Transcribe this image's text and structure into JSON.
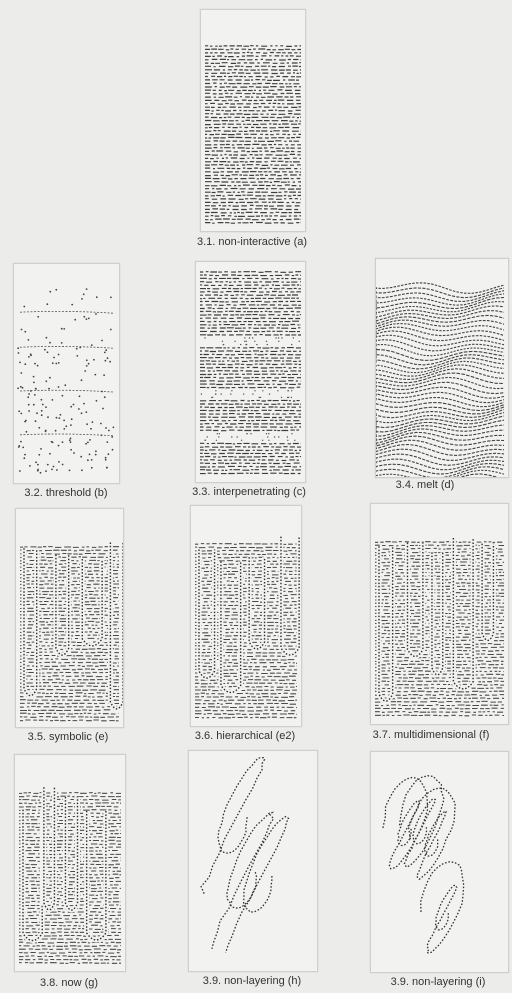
{
  "figures": [
    {
      "id": "3.1",
      "caption": "3.1. non-interactive (a)",
      "pattern": "dense-rows"
    },
    {
      "id": "3.2",
      "caption": "3.2. threshold (b)",
      "pattern": "scattered-dots"
    },
    {
      "id": "3.3",
      "caption": "3.3. interpenetrating (c)",
      "pattern": "banded-rows"
    },
    {
      "id": "3.4",
      "caption": "3.4. melt (d)",
      "pattern": "wavy-rows"
    },
    {
      "id": "3.5",
      "caption": "3.5. symbolic (e)",
      "pattern": "looped-rows"
    },
    {
      "id": "3.6",
      "caption": "3.6. hierarchical (e2)",
      "pattern": "looped-rows"
    },
    {
      "id": "3.7",
      "caption": "3.7. multidimensional (f)",
      "pattern": "looped-rows"
    },
    {
      "id": "3.8",
      "caption": "3.8. now (g)",
      "pattern": "looped-rows"
    },
    {
      "id": "3.9",
      "caption": "3.9. non-layering (h)",
      "pattern": "open-loops"
    },
    {
      "id": "3.9b",
      "caption": "3.9. non-layering (i)",
      "pattern": "coiled-loops"
    }
  ]
}
